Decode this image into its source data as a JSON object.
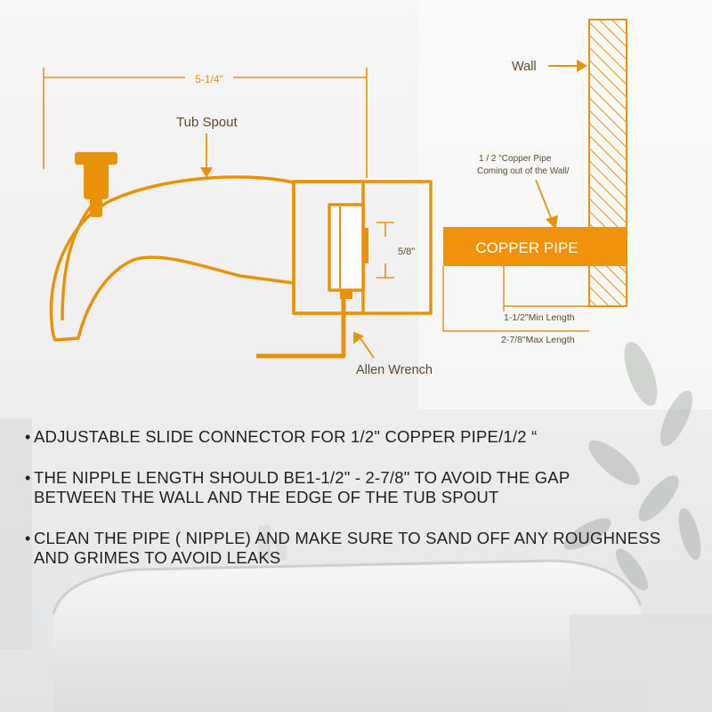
{
  "diagram": {
    "dimension_spout_length": "5-1/4\"",
    "label_tub_spout": "Tub Spout",
    "label_wall": "Wall",
    "label_copper_pipe_note_line1": "1 / 2 \"Copper Pipe",
    "label_copper_pipe_note_line2": "Coming out of the Wall/",
    "label_copper_pipe": "COPPER PIPE",
    "dimension_connector": "5/8\"",
    "dimension_min_length": "1-1/2\"Min Length",
    "dimension_max_length": "2-7/8\"Max Length",
    "label_allen_wrench": "Allen Wrench"
  },
  "notes": [
    {
      "bullet": "•",
      "text": "ADJUSTABLE SLIDE CONNECTOR FOR 1/2\" COPPER PIPE/1/2 “"
    },
    {
      "bullet": "•",
      "text": "THE NIPPLE LENGTH SHOULD BE1-1/2\" - 2-7/8\" TO AVOID THE GAP\nBETWEEN THE WALL  AND THE EDGE OF THE TUB SPOUT"
    },
    {
      "bullet": "•",
      "text": "CLEAN THE PIPE ( NIPPLE) AND MAKE SURE TO SAND OFF ANY ROUGHNESS\nAND GRIMES TO AVOID LEAKS"
    }
  ],
  "colors": {
    "accent": "#e8920a",
    "text": "#1f1f1f"
  }
}
